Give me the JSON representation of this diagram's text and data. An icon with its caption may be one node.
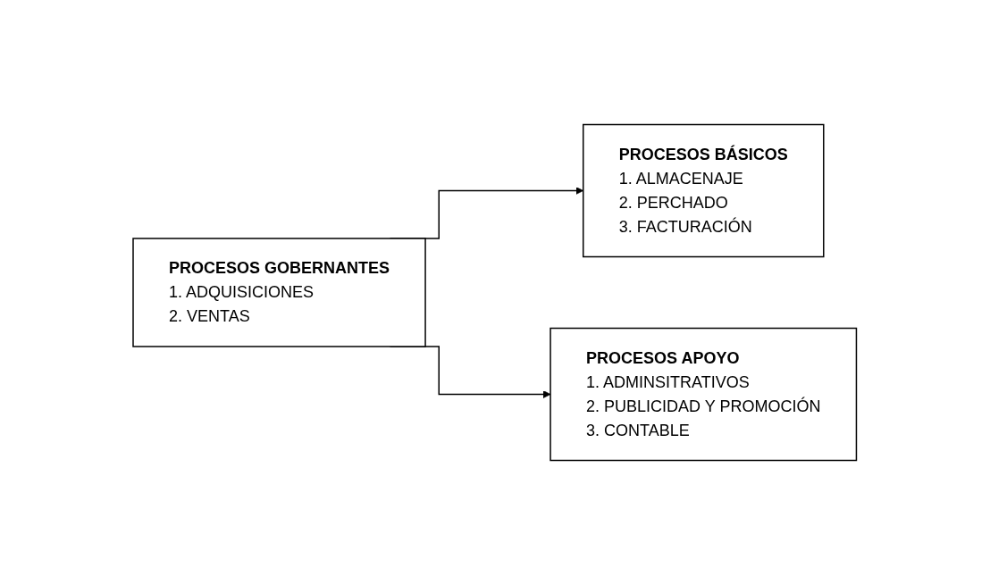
{
  "diagram": {
    "nodes": [
      {
        "text": [
          "PROCESOS GOBERNANTES",
          "1. ADQUISICIONES",
          "2. VENTAS"
        ]
      },
      {
        "text": [
          "PROCESOS BÁSICOS",
          "1. ALMACENAJE",
          "2. PERCHADO",
          "3. FACTURACIÓN"
        ]
      },
      {
        "text": [
          "PROCESOS APOYO",
          "1. ADMINSITRATIVOS",
          "2. PUBLICIDAD Y PROMOCIÓN",
          "3. CONTABLE"
        ]
      }
    ],
    "edges": [
      {
        "from": 0,
        "to": 1,
        "arrow": "to"
      },
      {
        "from": 0,
        "to": 2,
        "arrow": "to"
      }
    ]
  }
}
